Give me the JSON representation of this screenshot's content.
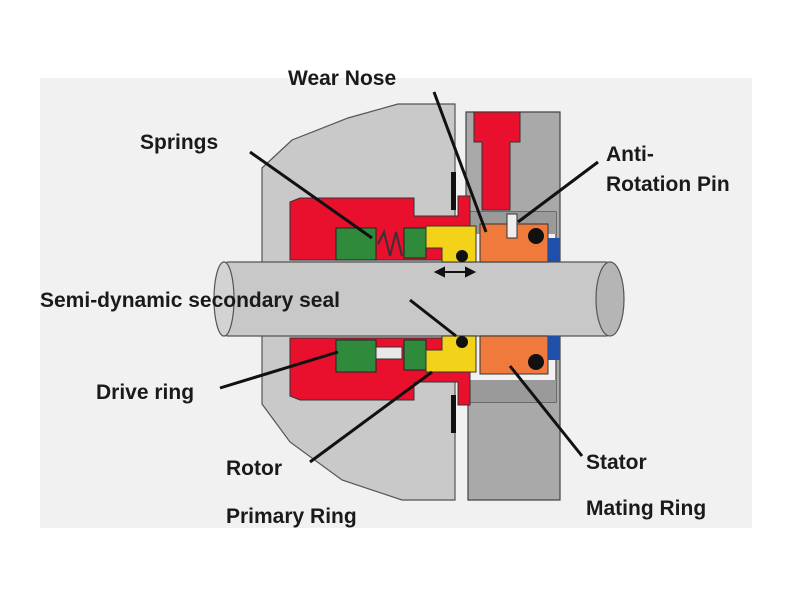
{
  "labels": {
    "wear_nose": "Wear Nose",
    "springs": "Springs",
    "anti_rotation_pin_line1": "Anti-",
    "anti_rotation_pin_line2": "Rotation Pin",
    "secondary_seal": "Semi-dynamic secondary seal",
    "drive_ring": "Drive ring",
    "rotor": "Rotor",
    "primary_ring": "Primary Ring",
    "stator": "Stator",
    "mating_ring": "Mating Ring"
  },
  "colors": {
    "background_panel": "#f1f1f1",
    "housing_gray": "#c9c9c9",
    "gland_gray": "#a9a9a9",
    "red": "#e8102c",
    "green": "#2f8a3c",
    "yellow": "#f3d21a",
    "orange": "#f07a3c",
    "blue": "#1f4fa8",
    "shaft": "#c8c8c8"
  }
}
